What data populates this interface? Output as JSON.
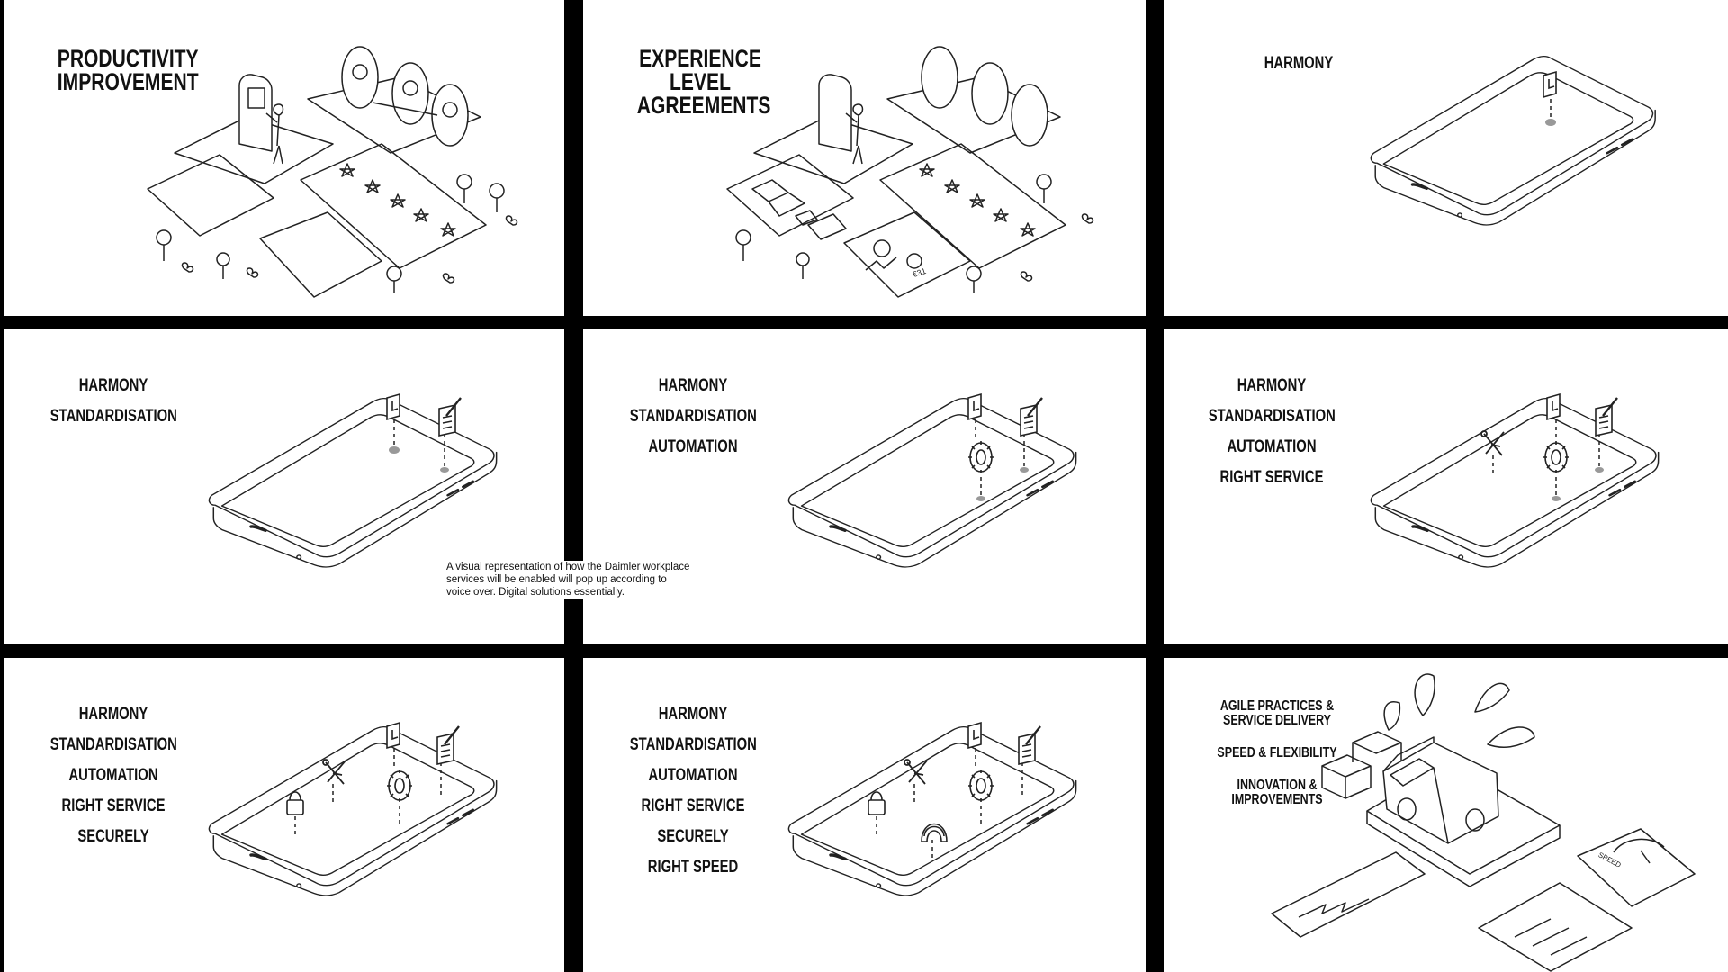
{
  "panels": [
    {
      "id": "p1",
      "lines": [
        "PRODUCTIVITY",
        "IMPROVEMENT"
      ]
    },
    {
      "id": "p2",
      "lines": [
        "EXPERIENCE",
        "LEVEL",
        "AGREEMENTS"
      ]
    },
    {
      "id": "p3",
      "lines": [
        "HARMONY"
      ]
    },
    {
      "id": "p4",
      "lines": [
        "HARMONY",
        "STANDARDISATION"
      ]
    },
    {
      "id": "p5",
      "lines": [
        "HARMONY",
        "STANDARDISATION",
        "AUTOMATION"
      ]
    },
    {
      "id": "p6",
      "lines": [
        "HARMONY",
        "STANDARDISATION",
        "AUTOMATION",
        "RIGHT SERVICE"
      ]
    },
    {
      "id": "p7",
      "lines": [
        "HARMONY",
        "STANDARDISATION",
        "AUTOMATION",
        "RIGHT SERVICE",
        "SECURELY"
      ]
    },
    {
      "id": "p8",
      "lines": [
        "HARMONY",
        "STANDARDISATION",
        "AUTOMATION",
        "RIGHT SERVICE",
        "SECURELY",
        "RIGHT SPEED"
      ]
    },
    {
      "id": "p9",
      "lines": [
        "AGILE PRACTICES &",
        "SERVICE DELIVERY",
        "SPEED & FLEXIBILITY",
        "INNOVATION &",
        "IMPROVEMENTS"
      ]
    }
  ],
  "caption": {
    "line1": "A visual representation of how the Daimler workplace",
    "line2": "services will be enabled will pop up according to",
    "line3": "voice over. Digital solutions essentially."
  },
  "panel9_sign": "SPEED",
  "panel2_notes": "€31"
}
